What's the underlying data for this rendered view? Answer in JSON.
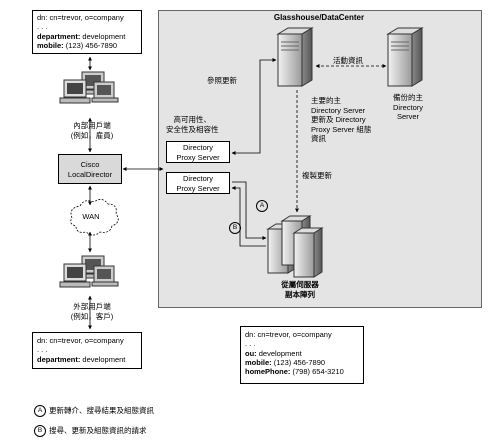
{
  "top_entry": {
    "lines": [
      {
        "key": "",
        "value": "dn: cn=trevor, o=company"
      },
      {
        "key": "",
        "value": ". . ."
      },
      {
        "key": "department:",
        "value": " development"
      },
      {
        "key": "mobile:",
        "value": " (123) 456-7890"
      }
    ]
  },
  "bottom_left_entry": {
    "lines": [
      {
        "key": "",
        "value": "dn: cn=trevor, o=company"
      },
      {
        "key": "",
        "value": ". . ."
      },
      {
        "key": "department:",
        "value": " development"
      }
    ]
  },
  "bottom_right_entry": {
    "lines": [
      {
        "key": "",
        "value": "dn: cn=trevor, o=company"
      },
      {
        "key": "",
        "value": ". . ."
      },
      {
        "key": "ou:",
        "value": " development"
      },
      {
        "key": "mobile:",
        "value": " (123) 456-7890"
      },
      {
        "key": "homePhone:",
        "value": " (798) 654-3210"
      }
    ]
  },
  "datacenter_title": "Glasshouse/DataCenter",
  "internal_client": [
    "內部用戶端",
    "(例如，雇員)"
  ],
  "external_client": [
    "外部用戶端",
    "(例如，客戶)"
  ],
  "cisco": [
    "Cisco",
    "LocalDirector"
  ],
  "wan": "WAN",
  "ha_label": [
    "高可用性、",
    "安全性及相容性"
  ],
  "dps_1": [
    "Directory",
    "Proxy Server"
  ],
  "dps_2": [
    "Directory",
    "Proxy Server"
  ],
  "referral_update": "參照更新",
  "activity_info": "活動資訊",
  "backup_master": [
    "備份的主",
    "Directory",
    "Server"
  ],
  "primary_master": [
    "主要的主",
    "Directory Server",
    "更新及 Directory",
    "Proxy Server 組態",
    "資訊"
  ],
  "replication_update": "複製更新",
  "slave_array": [
    "從屬伺服器",
    "副本陣列"
  ],
  "badge_a": "A",
  "badge_b": "B",
  "legend": [
    {
      "badge": "A",
      "text": "更新轉介、搜尋結果及組態資訊"
    },
    {
      "badge": "B",
      "text": "搜尋、更新及組態資訊的請求"
    }
  ]
}
